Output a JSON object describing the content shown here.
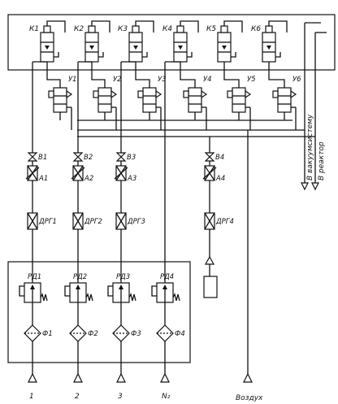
{
  "colors": {
    "ink": "#111111",
    "paper": "#ffffff"
  },
  "valves_top": [
    "К1",
    "К2",
    "К3",
    "К4",
    "К5",
    "К6"
  ],
  "actuators": [
    "У1",
    "У2",
    "У3",
    "У4",
    "У5",
    "У6"
  ],
  "shutoff_valves": [
    "В1",
    "В2",
    "В3",
    "В4"
  ],
  "flow_regulators": [
    "А1",
    "А2",
    "А3",
    "А4"
  ],
  "flow_sensors": [
    "ДРГ1",
    "ДРГ2",
    "ДРГ3",
    "ДРГ4"
  ],
  "pressure_regulators": [
    "РД1",
    "РД2",
    "РД3",
    "РД4"
  ],
  "filters": [
    "Ф1",
    "Ф2",
    "Ф3",
    "Ф4"
  ],
  "inputs": [
    "1",
    "2",
    "3",
    "N₂",
    "Воздух"
  ],
  "outputs": {
    "vacuum": "В вакуумсистему",
    "reactor": "В реактор"
  }
}
